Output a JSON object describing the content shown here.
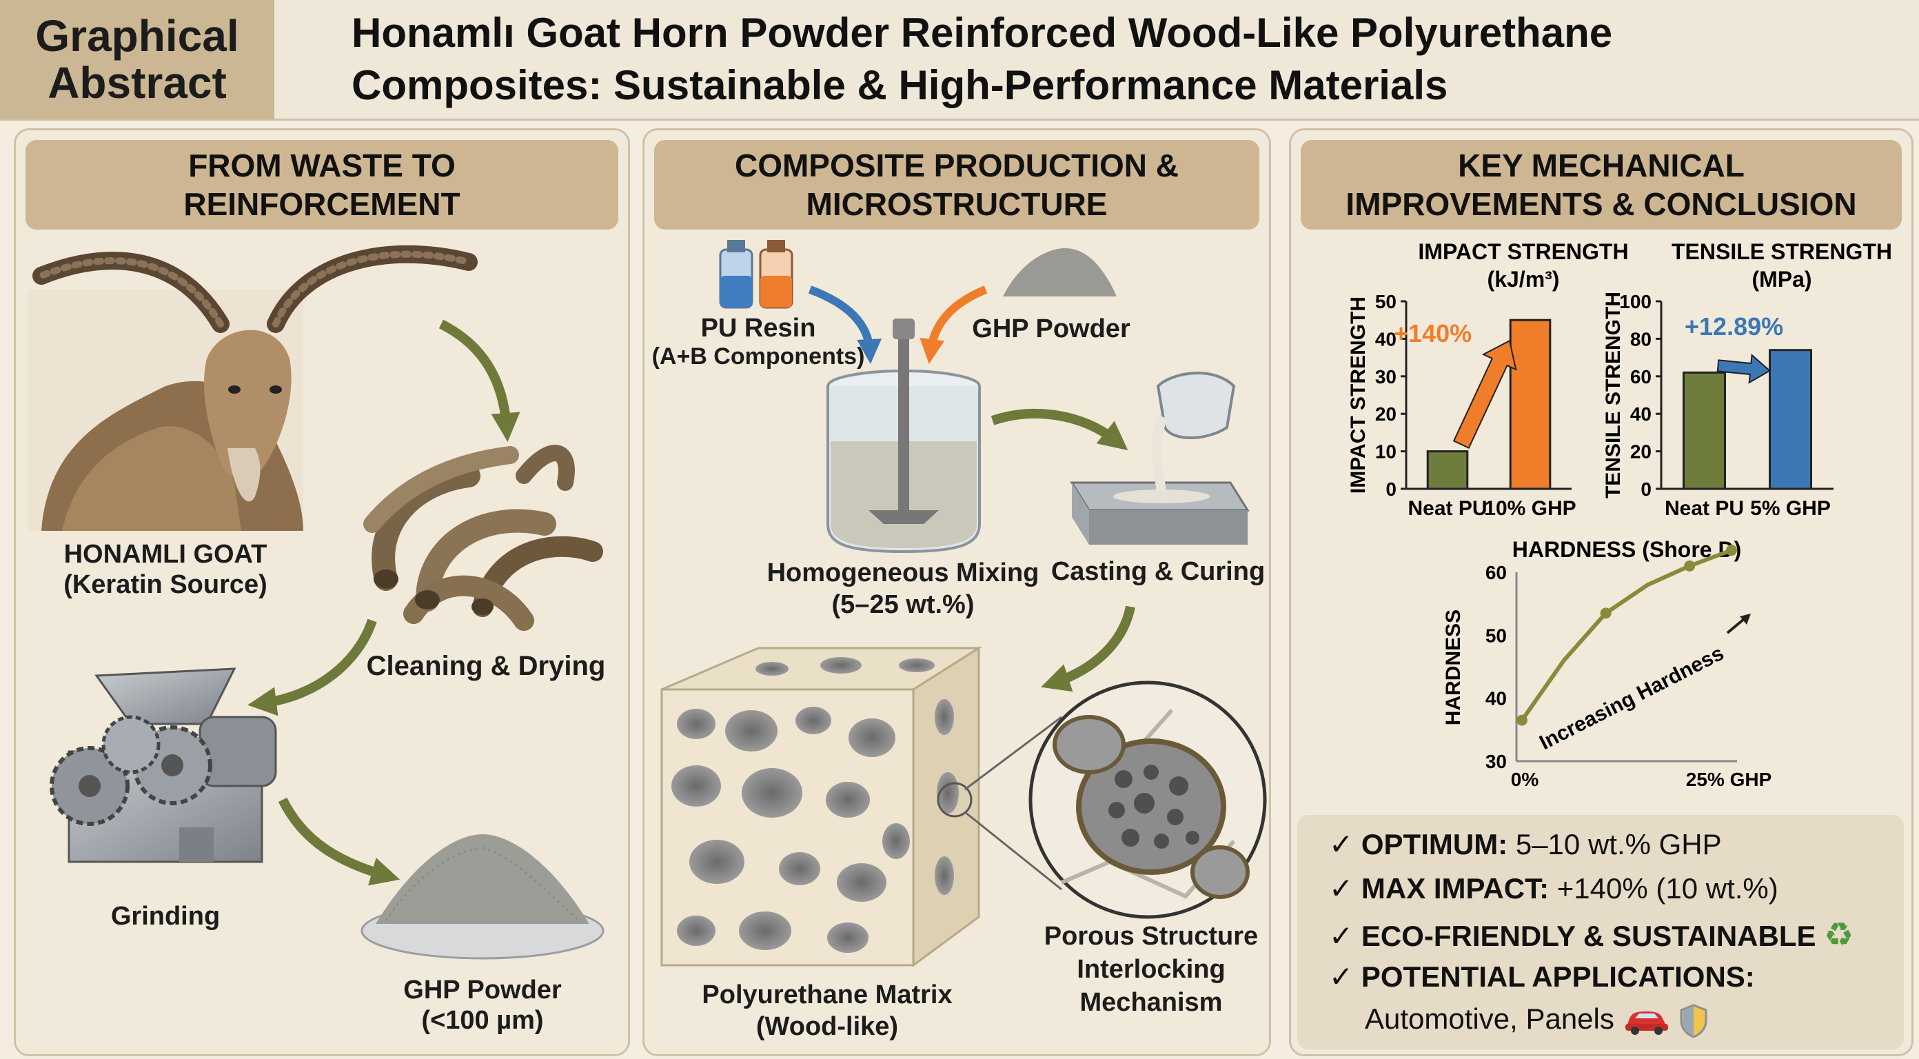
{
  "header": {
    "label_line1": "Graphical",
    "label_line2": "Abstract",
    "title_line1": "Honamlı Goat Horn Powder Reinforced Wood-Like Polyurethane",
    "title_line2": "Composites: Sustainable & High-Performance Materials"
  },
  "panel1": {
    "head_line1": "FROM WASTE TO",
    "head_line2": "REINFORCEMENT",
    "goat_label": "HONAMLI GOAT",
    "goat_sub": "(Keratin Source)",
    "cleaning_label": "Cleaning & Drying",
    "grinding_label": "Grinding",
    "powder_label": "GHP Powder",
    "powder_sub": "(<100 µm)"
  },
  "panel2": {
    "head_line1": "COMPOSITE PRODUCTION &",
    "head_line2": "MICROSTRUCTURE",
    "resin_label": "PU Resin",
    "resin_sub": "(A+B Components)",
    "ghp_label": "GHP Powder",
    "mixing_label": "Homogeneous Mixing",
    "mixing_sub": "(5–25 wt.%)",
    "casting_label": "Casting & Curing",
    "matrix_label": "Polyurethane Matrix",
    "matrix_sub": "(Wood-like)",
    "porous_line1": "Porous Structure",
    "porous_line2": "Interlocking",
    "porous_line3": "Mechanism"
  },
  "panel3": {
    "head_line1": "KEY MECHANICAL",
    "head_line2": "IMPROVEMENTS & CONCLUSION",
    "checks": [
      {
        "key": "OPTIMUM:",
        "text": " 5–10 wt.% GHP"
      },
      {
        "key": "MAX IMPACT:",
        "text": " +140% (10 wt.%)"
      },
      {
        "key": "ECO-FRIENDLY & SUSTAINABLE",
        "text": ""
      },
      {
        "key": "POTENTIAL APPLICATIONS:",
        "text": ""
      }
    ],
    "applications": "Automotive, Panels",
    "check_mark": "✓",
    "recycle_icon": "♻"
  },
  "colors": {
    "olive": "#6e7c3e",
    "orange": "#f07d2a",
    "blue": "#3c78b5",
    "panel_head": "#cdb691",
    "line_olive": "#8b8a3c"
  },
  "chart_data": [
    {
      "type": "bar",
      "title": "IMPACT STRENGTH",
      "subtitle": "(kJ/m³)",
      "ylabel": "IMPACT STRENGTH",
      "categories": [
        "Neat PU",
        "10% GHP"
      ],
      "values": [
        10,
        45
      ],
      "ylim": [
        0,
        50
      ],
      "yticks": [
        0,
        10,
        20,
        30,
        40,
        50
      ],
      "annotation": "+140%"
    },
    {
      "type": "bar",
      "title": "TENSILE STRENGTH",
      "subtitle": "(MPa)",
      "ylabel": "TENSILE STRENGTH",
      "categories": [
        "Neat PU",
        "5% GHP"
      ],
      "values": [
        62,
        74
      ],
      "ylim": [
        0,
        100
      ],
      "yticks": [
        0,
        20,
        40,
        60,
        80,
        100
      ],
      "annotation": "+12.89%"
    },
    {
      "type": "line",
      "title": "HARDNESS (Shore D)",
      "ylabel": "HARDNESS",
      "x": [
        0,
        5,
        10,
        15,
        20,
        25
      ],
      "y": [
        36.5,
        46,
        53.5,
        58,
        61,
        63.5
      ],
      "xticks": [
        "0%",
        "25% GHP"
      ],
      "ylim": [
        30,
        60
      ],
      "yticks": [
        30,
        40,
        50,
        60
      ],
      "annotation": "Increasing Hardness"
    }
  ]
}
